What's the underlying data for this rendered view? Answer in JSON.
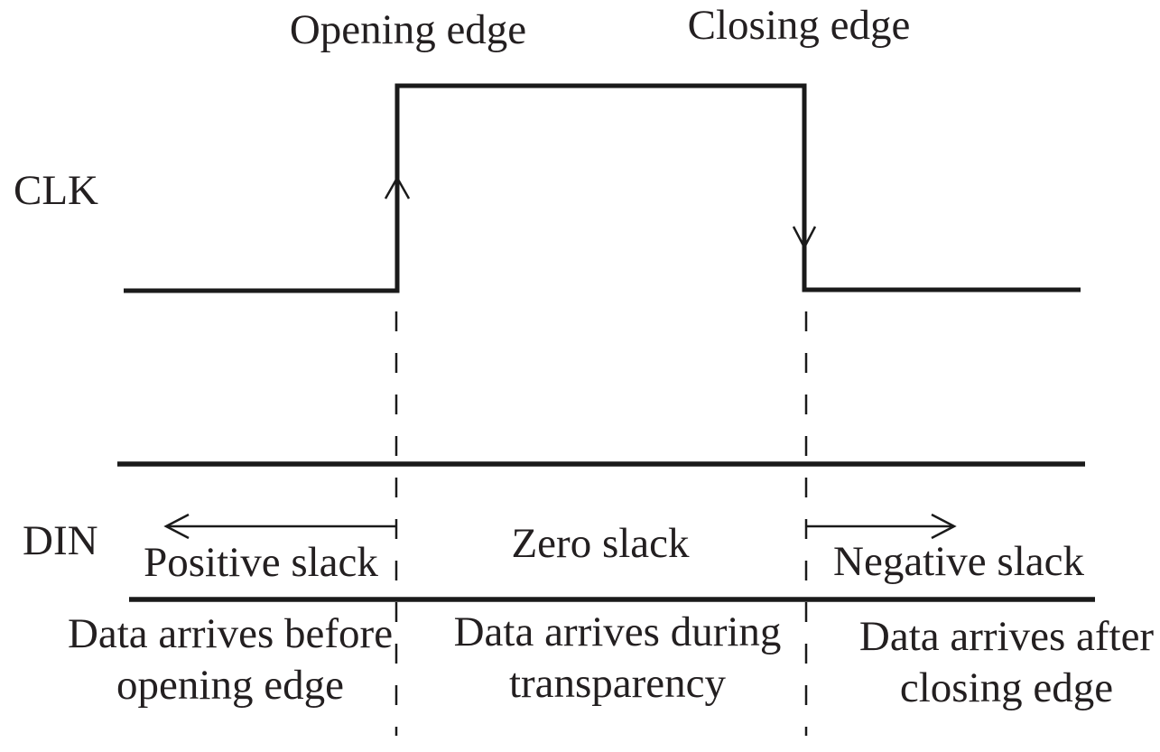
{
  "figure": {
    "background_color": "#ffffff",
    "line_color": "#1a1a1a",
    "text_color": "#231f20",
    "signals": {
      "clk_label": "CLK",
      "din_label": "DIN"
    },
    "edges": {
      "opening_label": "Opening edge",
      "closing_label": "Closing edge"
    },
    "regions": [
      {
        "slack_label": "Positive slack",
        "caption_line1": "Data arrives before",
        "caption_line2": "opening edge"
      },
      {
        "slack_label": "Zero slack",
        "caption_line1": "Data arrives during",
        "caption_line2": "transparency"
      },
      {
        "slack_label": "Negative slack",
        "caption_line1": "Data arrives after",
        "caption_line2": "closing edge"
      }
    ]
  }
}
